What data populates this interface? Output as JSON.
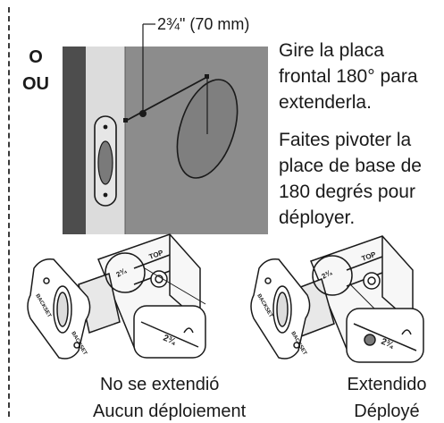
{
  "separator_labels": {
    "or_fr": "O",
    "or_es": "OU"
  },
  "door_diagram": {
    "measurement": "2¾\" (70 mm)"
  },
  "instructions": {
    "spanish": [
      "Gire la placa",
      "frontal 180° para",
      "extenderla."
    ],
    "french": [
      "Faites pivoter la",
      "place de base de",
      "180 degrés pour",
      "déployer."
    ]
  },
  "latch_not_extended": {
    "caption_es": "No se extendió",
    "caption_fr": "Aucun déploiement",
    "face_top": "BACKSET",
    "face_bottom": "BACKSET",
    "body_mark": "TOP",
    "tab_mark": "2¾",
    "zoom_mark": "2¾"
  },
  "latch_extended": {
    "caption_es": "Extendido",
    "caption_fr": "Déployé",
    "face_top": "BACKSET",
    "face_bottom": "BACKSET",
    "body_mark": "TOP",
    "tab_mark": "2¾",
    "zoom_mark": "2¾"
  },
  "colors": {
    "door_gray": "#8c8c8c",
    "frame_dark": "#4d4d4d",
    "edge_light": "#d9d9d9",
    "hole_gray": "#7a7a7a",
    "outline": "#1a1a1a"
  }
}
